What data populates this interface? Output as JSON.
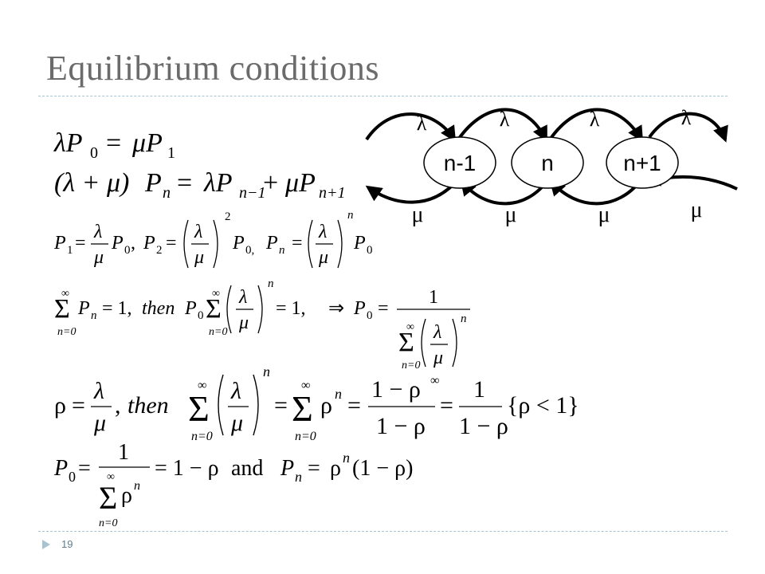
{
  "slide": {
    "title": "Equilibrium conditions",
    "page_number": "19"
  },
  "diagram": {
    "states": [
      "n-1",
      "n",
      "n+1"
    ],
    "arrival_rate_symbol": "λ",
    "service_rate_symbol": "μ"
  },
  "equations": {
    "eq1": {
      "lam": "λ",
      "P": "P",
      "sub0": "0",
      "eq": "=",
      "mu": "μ",
      "sub1": "1"
    },
    "eq2": {
      "lhs": "(λ + μ)",
      "P": "P",
      "n": "n",
      "eq": "=",
      "lam": "λ",
      "nm1": "n−1",
      "plus": "+",
      "mu": "μ",
      "np1": "n+1"
    },
    "eq3": {
      "comma1": ",",
      "comma2": ",",
      "two": "2",
      "n": "n"
    },
    "eq4": {
      "inf": "∞",
      "n0": "n=0",
      "eq1": "= 1,",
      "then": "then",
      "implies": "⇒",
      "one": "1"
    },
    "eq5": {
      "rho": "ρ",
      "then": "then",
      "n": "n",
      "inf": "∞",
      "one": "1",
      "onemrho": "1 − ρ",
      "oneminusrhoinf": "1 − ρ",
      "cond": "{ρ < 1}"
    },
    "eq6": {
      "one": "1",
      "and": "and",
      "res": "= 1 − ρ",
      "rhon": "ρ",
      "tail": "(1 − ρ)"
    }
  }
}
